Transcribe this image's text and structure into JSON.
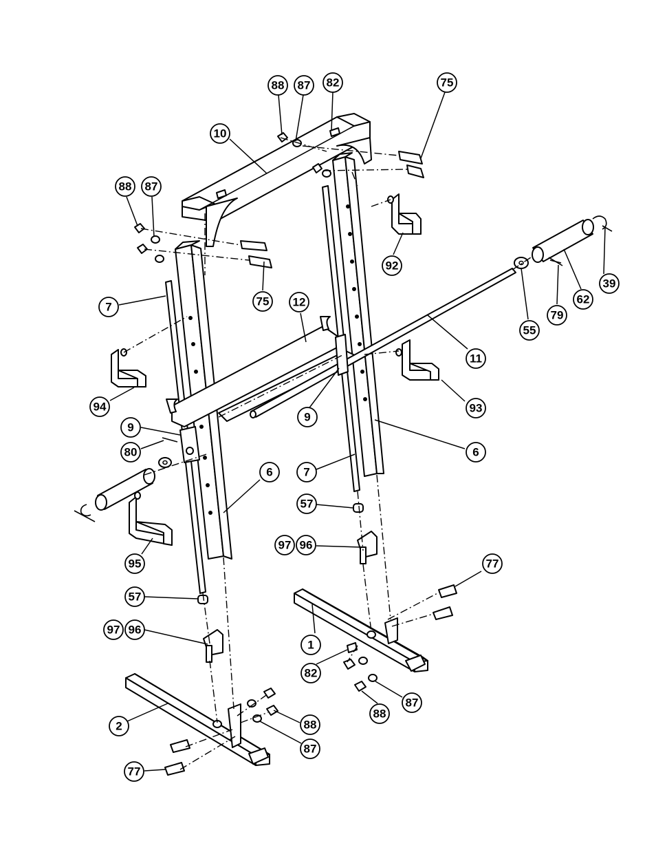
{
  "callouts": [
    {
      "label": "88"
    },
    {
      "label": "87"
    },
    {
      "label": "82"
    },
    {
      "label": "75"
    },
    {
      "label": "10"
    },
    {
      "label": "88"
    },
    {
      "label": "87"
    },
    {
      "label": "75"
    },
    {
      "label": "92"
    },
    {
      "label": "39"
    },
    {
      "label": "62"
    },
    {
      "label": "79"
    },
    {
      "label": "55"
    },
    {
      "label": "7"
    },
    {
      "label": "12"
    },
    {
      "label": "11"
    },
    {
      "label": "94"
    },
    {
      "label": "93"
    },
    {
      "label": "9"
    },
    {
      "label": "9"
    },
    {
      "label": "80"
    },
    {
      "label": "6"
    },
    {
      "label": "6"
    },
    {
      "label": "7"
    },
    {
      "label": "57"
    },
    {
      "label": "97"
    },
    {
      "label": "96"
    },
    {
      "label": "95"
    },
    {
      "label": "77"
    },
    {
      "label": "57"
    },
    {
      "label": "97"
    },
    {
      "label": "96"
    },
    {
      "label": "1"
    },
    {
      "label": "82"
    },
    {
      "label": "87"
    },
    {
      "label": "88"
    },
    {
      "label": "2"
    },
    {
      "label": "88"
    },
    {
      "label": "87"
    },
    {
      "label": "77"
    }
  ]
}
